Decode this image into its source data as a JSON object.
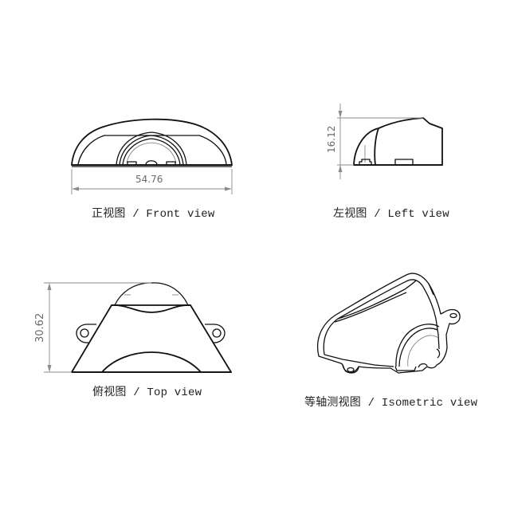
{
  "views": {
    "front": {
      "label": "正视图 / Front view",
      "dimension": "54.76",
      "dimension_orientation": "horizontal"
    },
    "left": {
      "label": "左视图 / Left view",
      "dimension": "16.12",
      "dimension_orientation": "vertical"
    },
    "top": {
      "label": "俯视图 / Top view",
      "dimension": "30.62",
      "dimension_orientation": "vertical"
    },
    "isometric": {
      "label": "等轴测视图 / Isometric view"
    }
  },
  "colors": {
    "outline": "#111111",
    "dimension": "#8a8a8a",
    "background": "#ffffff"
  }
}
